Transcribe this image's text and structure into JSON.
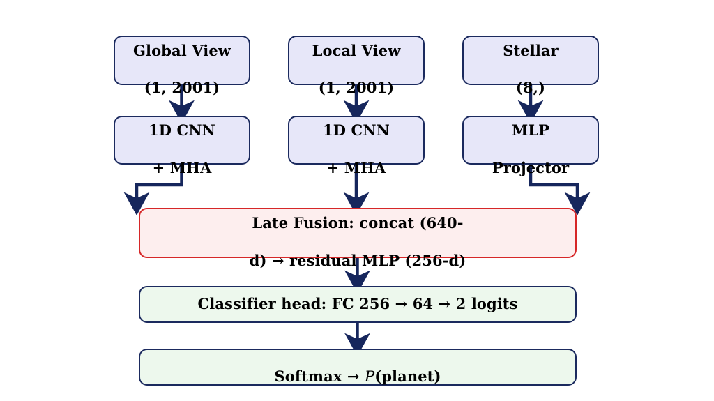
{
  "diagram": {
    "type": "flowchart",
    "title": "Multimodal exoplanet classification architecture",
    "background_color": "#ffffff",
    "palette": {
      "input_fill": "#e7e7f9",
      "input_border": "#1b2a5e",
      "fusion_fill": "#fdeeee",
      "fusion_border": "#d62728",
      "head_fill": "#edf8ed",
      "head_border": "#1b2a5e",
      "arrow_color": "#16265c",
      "text_color": "#000000"
    },
    "nodes": {
      "global_view": {
        "line1": "Global View",
        "line2": "(1, 2001)"
      },
      "local_view": {
        "line1": "Local View",
        "line2": "(1, 2001)"
      },
      "stellar": {
        "line1": "Stellar",
        "line2": "(8,)"
      },
      "cnn_global": {
        "line1": "1D CNN",
        "line2": "+ MHA"
      },
      "cnn_local": {
        "line1": "1D CNN",
        "line2": "+ MHA"
      },
      "mlp_projector": {
        "line1": "MLP",
        "line2": "Projector"
      },
      "late_fusion": {
        "line1": "Late Fusion: concat (640-",
        "line2": "d)   →   residual MLP (256-d)"
      },
      "classifier_head": {
        "text": "Classifier head: FC 256 → 64 → 2 logits"
      },
      "softmax": {
        "prefix": "Softmax → ",
        "symbol": "P",
        "suffix": "(planet)"
      }
    },
    "edges": [
      {
        "from": "global_view",
        "to": "cnn_global",
        "style": "straight-down"
      },
      {
        "from": "local_view",
        "to": "cnn_local",
        "style": "straight-down"
      },
      {
        "from": "stellar",
        "to": "mlp_projector",
        "style": "straight-down"
      },
      {
        "from": "cnn_global",
        "to": "late_fusion",
        "style": "elbow-left"
      },
      {
        "from": "cnn_local",
        "to": "late_fusion",
        "style": "straight-down"
      },
      {
        "from": "mlp_projector",
        "to": "late_fusion",
        "style": "elbow-right"
      },
      {
        "from": "late_fusion",
        "to": "classifier_head",
        "style": "straight-down"
      },
      {
        "from": "classifier_head",
        "to": "softmax",
        "style": "straight-down"
      }
    ]
  }
}
